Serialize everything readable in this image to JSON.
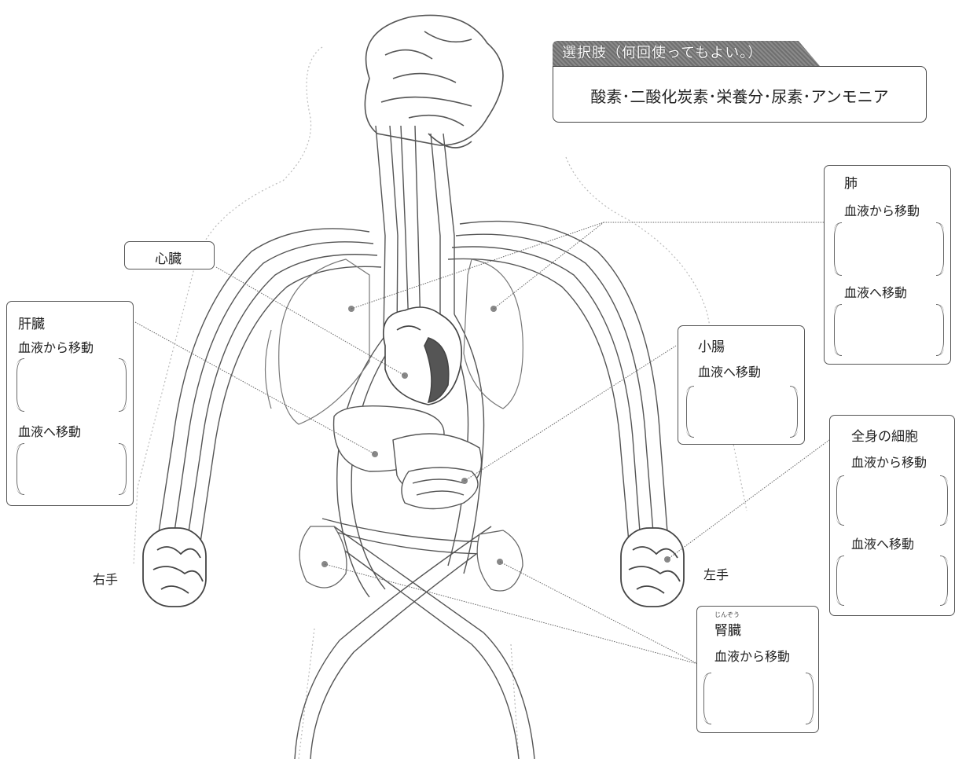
{
  "choices": {
    "header": "選択肢（何回使ってもよい。）",
    "items_text": "酸素･二酸化炭素･栄養分･尿素･アンモニア"
  },
  "labels": {
    "heart": "心臓",
    "right_hand": "右手",
    "left_hand": "左手"
  },
  "liver": {
    "title": "肝臓",
    "from_blood": "血液から移動",
    "to_blood": "血液へ移動"
  },
  "lungs": {
    "title": "肺",
    "from_blood": "血液から移動",
    "to_blood": "血液へ移動"
  },
  "small_intestine": {
    "title": "小腸",
    "to_blood": "血液へ移動"
  },
  "body_cells": {
    "title": "全身の細胞",
    "from_blood": "血液から移動",
    "to_blood": "血液へ移動"
  },
  "kidney": {
    "title": "腎臓",
    "ruby": "じんぞう",
    "from_blood": "血液から移動"
  },
  "colors": {
    "line": "#555555",
    "vessel": "#6a6a6a",
    "heart_dark": "#555555"
  }
}
